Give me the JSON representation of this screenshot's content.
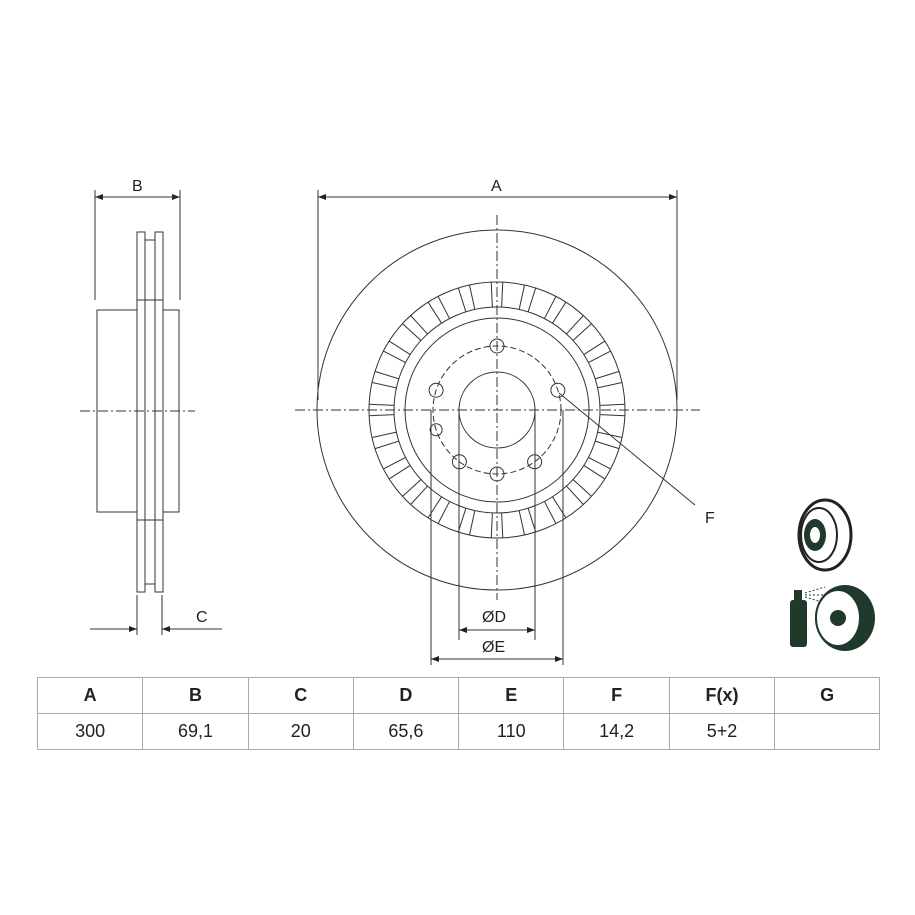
{
  "labels": {
    "A": "A",
    "B": "B",
    "C": "C",
    "D": "ØD",
    "E": "ØE",
    "F": "F"
  },
  "table": {
    "headers": [
      "A",
      "B",
      "C",
      "D",
      "E",
      "F",
      "F(x)",
      "G"
    ],
    "values": [
      "300",
      "69,1",
      "20",
      "65,6",
      "110",
      "14,2",
      "5+2",
      ""
    ]
  },
  "icons": [
    "vented-disc-icon",
    "disc-cleaning-spray-icon"
  ]
}
